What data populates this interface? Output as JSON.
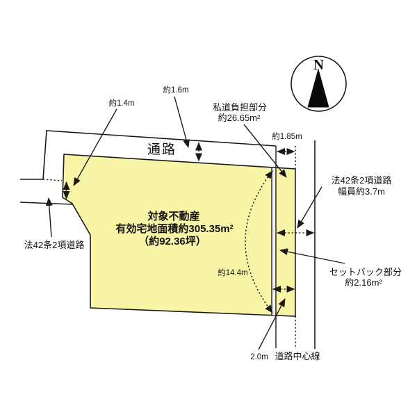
{
  "diagram": {
    "compass": {
      "north_label": "N"
    },
    "parcel": {
      "title": "対象不動産",
      "area_line": "有効宅地面積約305.35m²",
      "tsubo_line": "（約92.36坪）"
    },
    "labels": {
      "passage": "通路",
      "left_road": "法42条2項道路",
      "right_road_line1": "法42条2項道路",
      "right_road_line2": "幅員約3.7m",
      "private_road_line1": "私道負担部分",
      "private_road_line2": "約26.65m²",
      "setback_line1": "セットバック部分",
      "setback_line2": "約2.16m²",
      "road_center_line": "道路中心線"
    },
    "measurements": {
      "left_frontage": "約1.4m",
      "passage_width": "約1.6m",
      "road_half_width": "約1.85m",
      "boundary_depth": "約14.4m",
      "setback_distance": "2.0m"
    },
    "colors": {
      "parcel_fill": "#f9f5a7",
      "setback_fill": "#f1eff2",
      "line": "#1a1a1a"
    }
  }
}
